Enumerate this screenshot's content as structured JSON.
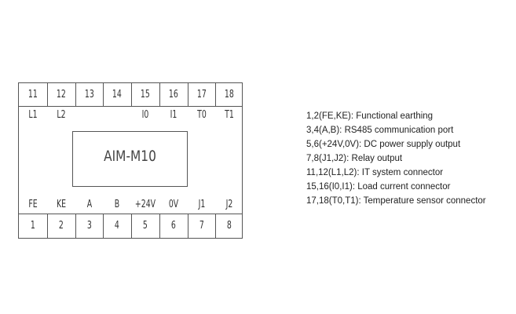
{
  "module": {
    "model": "AIM-M10",
    "top_terminals": [
      {
        "number": "11",
        "label": "L1"
      },
      {
        "number": "12",
        "label": "L2"
      },
      {
        "number": "13",
        "label": ""
      },
      {
        "number": "14",
        "label": ""
      },
      {
        "number": "15",
        "label": "I0"
      },
      {
        "number": "16",
        "label": "I1"
      },
      {
        "number": "17",
        "label": "T0"
      },
      {
        "number": "18",
        "label": "T1"
      }
    ],
    "bottom_terminals": [
      {
        "number": "1",
        "label": "FE"
      },
      {
        "number": "2",
        "label": "KE"
      },
      {
        "number": "3",
        "label": "A"
      },
      {
        "number": "4",
        "label": "B"
      },
      {
        "number": "5",
        "label": "+24V"
      },
      {
        "number": "6",
        "label": "0V"
      },
      {
        "number": "7",
        "label": "J1"
      },
      {
        "number": "8",
        "label": "J2"
      }
    ]
  },
  "legend": [
    "1,2(FE,KE):  Functional earthing",
    "3,4(A,B):   RS485 communication port",
    "5,6(+24V,0V):  DC power supply output",
    "7,8(J1,J2):  Relay output",
    "11,12(L1,L2):  IT system connector",
    "15,16(I0,I1):  Load current connector",
    "17,18(T0,T1):  Temperature sensor connector"
  ]
}
